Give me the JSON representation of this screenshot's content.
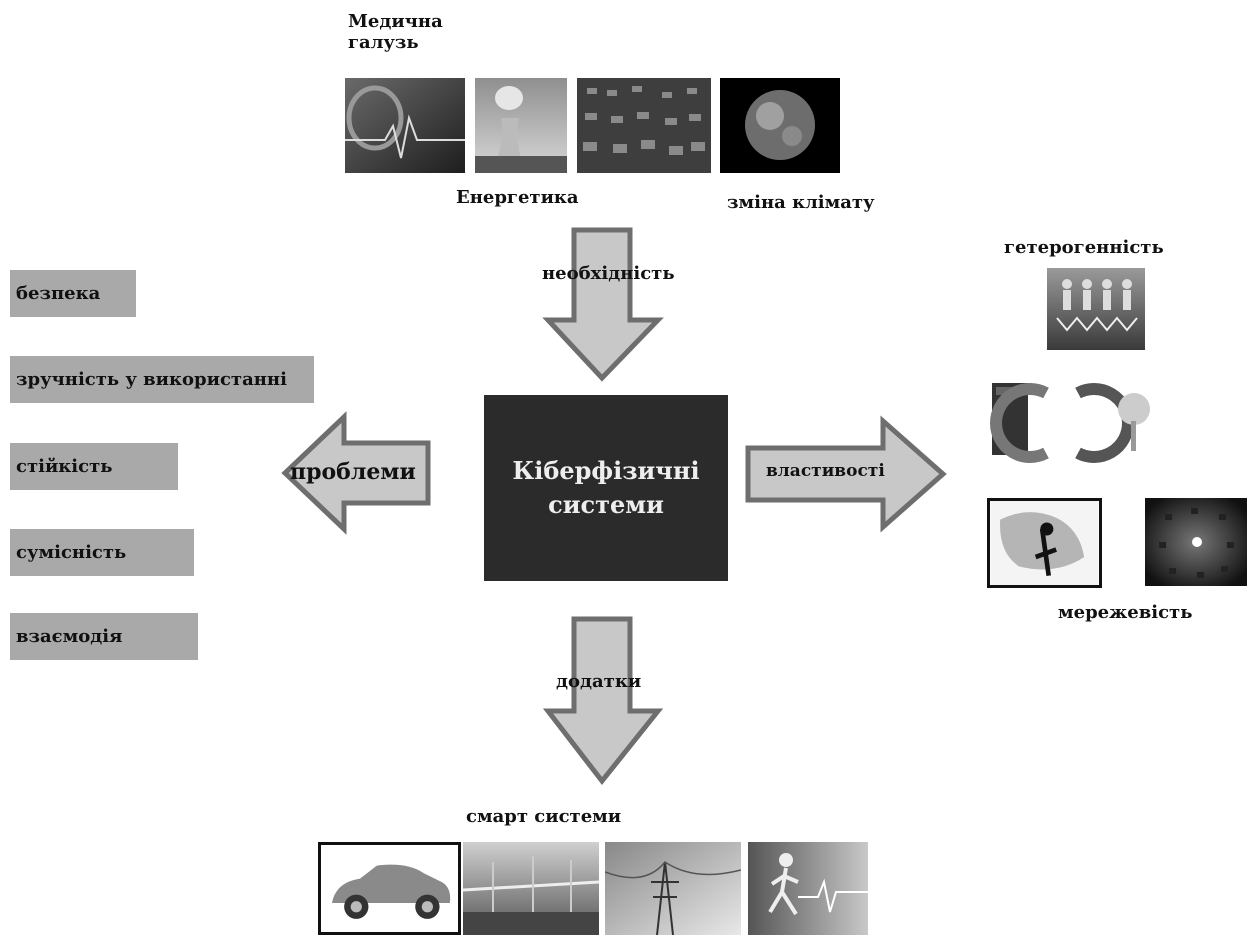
{
  "center": {
    "line1": "Кіберфізичні",
    "line2": "системи"
  },
  "arrows": {
    "top": "необхідність",
    "bottom": "додатки",
    "left": "проблеми",
    "right": "властивості"
  },
  "top_labels": {
    "medical": "Медична\nгалузь",
    "energy": "Енергетика",
    "climate": "зміна клімату"
  },
  "right_labels": {
    "heterogeneity": "гетерогенність",
    "networking": "мережевість"
  },
  "bottom_label": "смарт системи",
  "problems": [
    "безпека",
    "зручність у використанні",
    "стійкість",
    "сумісність",
    "взаємодія"
  ],
  "colors": {
    "center_box": "#2b2b2b",
    "arrow_fill": "#c8c8c8",
    "arrow_stroke": "#6e6e6e",
    "problem_box": "#a9a9a9"
  },
  "icons": [
    "heartbeat-icon",
    "power-plant-icon",
    "traffic-icon",
    "earth-icon",
    "people-chain-icon",
    "computer-cycle-icon",
    "network-map-icon",
    "sensor-network-icon",
    "car-icon",
    "bridge-icon",
    "power-line-icon",
    "runner-heartbeat-icon"
  ]
}
